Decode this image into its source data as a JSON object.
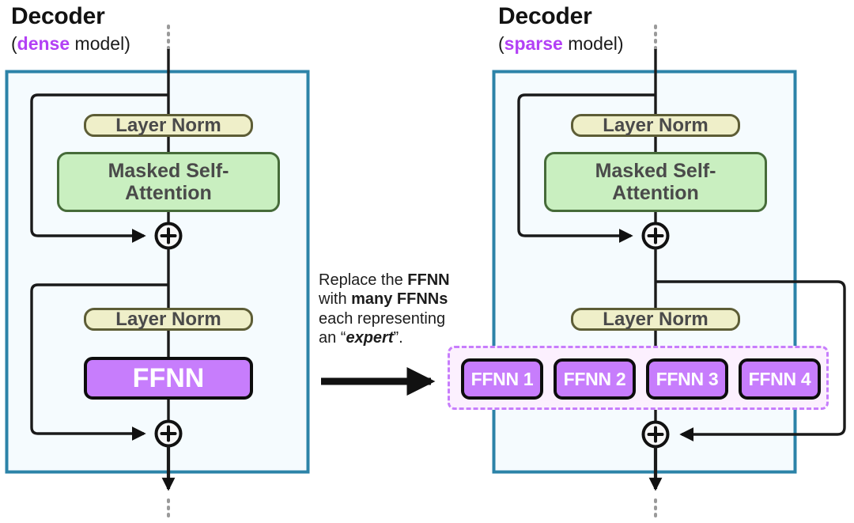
{
  "figure": {
    "kind": "diagram",
    "description": "Comparison of a dense transformer decoder block and a sparse Mixture-of-Experts decoder block"
  },
  "panels": [
    {
      "id": "dense",
      "title": "Decoder",
      "subtitle_prefix": "(",
      "subtitle_accent": "dense",
      "subtitle_suffix": " model)",
      "accent_color": "#b340f5",
      "container_border_color": "#2c83a8",
      "container_fill": "#f5fbfe",
      "blocks": [
        {
          "name": "layer-norm-1",
          "label": "Layer Norm",
          "fill": "#efefc9",
          "stroke": "#5d5d36"
        },
        {
          "name": "masked-self-attention",
          "label": "Masked Self-\nAttention",
          "fill": "#c9efc0",
          "stroke": "#466b39"
        },
        {
          "name": "add-1",
          "label": "+"
        },
        {
          "name": "layer-norm-2",
          "label": "Layer Norm",
          "fill": "#efefc9",
          "stroke": "#5d5d36"
        },
        {
          "name": "ffnn",
          "label": "FFNN",
          "fill": "#c77dfc",
          "stroke": "#0d0d0d"
        },
        {
          "name": "add-2",
          "label": "+"
        }
      ]
    },
    {
      "id": "sparse",
      "title": "Decoder",
      "subtitle_prefix": "(",
      "subtitle_accent": "sparse",
      "subtitle_suffix": " model)",
      "accent_color": "#b340f5",
      "container_border_color": "#2c83a8",
      "container_fill": "#f5fbfe",
      "blocks": [
        {
          "name": "layer-norm-1",
          "label": "Layer Norm",
          "fill": "#efefc9",
          "stroke": "#5d5d36"
        },
        {
          "name": "masked-self-attention",
          "label": "Masked Self-\nAttention",
          "fill": "#c9efc0",
          "stroke": "#466b39"
        },
        {
          "name": "add-1",
          "label": "+"
        },
        {
          "name": "layer-norm-2",
          "label": "Layer Norm",
          "fill": "#efefc9",
          "stroke": "#5d5d36"
        },
        {
          "name": "add-2",
          "label": "+"
        }
      ],
      "experts_group": {
        "name": "experts-group",
        "fill": "#fcf0fe",
        "stroke": "#c77dfc",
        "stroke_style": "dashed",
        "experts": [
          {
            "label": "FFNN 1"
          },
          {
            "label": "FFNN 2"
          },
          {
            "label": "FFNN 3"
          },
          {
            "label": "FFNN 4"
          }
        ]
      }
    }
  ],
  "middle_caption": {
    "line1_plain": "Replace the ",
    "line1_bold": "FFNN",
    "line2_plain": "with ",
    "line2_bold": "many FFNNs",
    "line3": "each representing",
    "line4_plain": "an “",
    "line4_italic": "expert",
    "line4_tail": "”."
  },
  "symbols": {
    "add": "+",
    "arrow": "→",
    "ellipsis_vertical": "⋮"
  },
  "labels": {
    "layer_norm": "Layer Norm",
    "masked_self_attention_line1": "Masked Self-",
    "masked_self_attention_line2": "Attention",
    "ffnn": "FFNN"
  }
}
